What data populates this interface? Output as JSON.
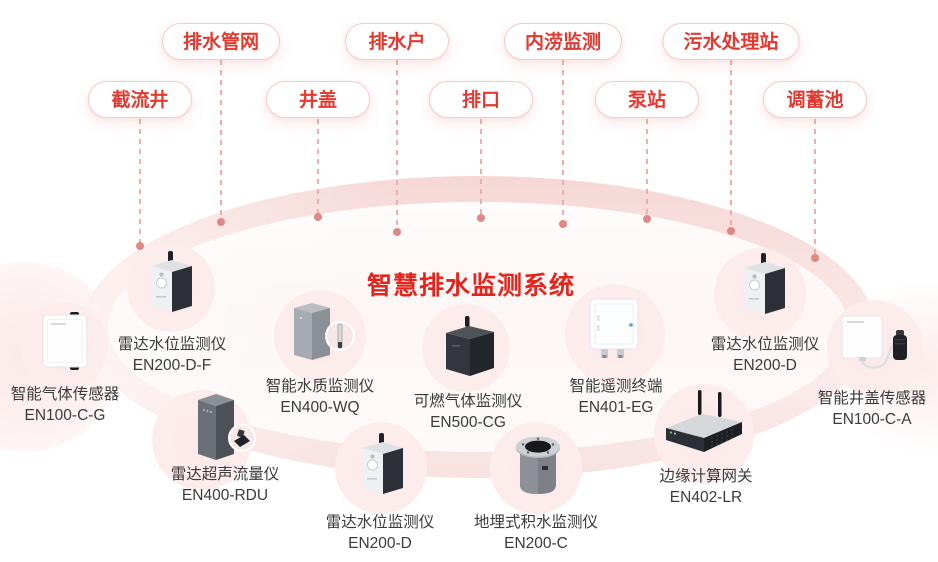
{
  "title": "智慧排水监测系统",
  "categories": {
    "row1": [
      "排水管网",
      "排水户",
      "内涝监测",
      "污水处理站"
    ],
    "row2": [
      "截流井",
      "井盖",
      "排口",
      "泵站",
      "调蓄池"
    ]
  },
  "devices": [
    {
      "name": "智能气体传感器",
      "model": "EN100-C-G",
      "icon": "gas-sensor-icon"
    },
    {
      "name": "雷达水位监测仪",
      "model": "EN200-D-F",
      "icon": "radar-level-sensor-icon"
    },
    {
      "name": "雷达超声流量仪",
      "model": "EN400-RDU",
      "icon": "ultrasonic-flow-meter-icon"
    },
    {
      "name": "智能水质监测仪",
      "model": "EN400-WQ",
      "icon": "water-quality-monitor-icon"
    },
    {
      "name": "雷达水位监测仪",
      "model": "EN200-D",
      "icon": "radar-level-sensor-icon"
    },
    {
      "name": "可燃气体监测仪",
      "model": "EN500-CG",
      "icon": "combustible-gas-monitor-icon"
    },
    {
      "name": "地埋式积水监测仪",
      "model": "EN200-C",
      "icon": "buried-water-sensor-icon"
    },
    {
      "name": "智能遥测终端",
      "model": "EN401-EG",
      "icon": "telemetry-terminal-icon"
    },
    {
      "name": "边缘计算网关",
      "model": "EN402-LR",
      "icon": "edge-gateway-icon"
    },
    {
      "name": "雷达水位监测仪",
      "model": "EN200-D",
      "icon": "radar-level-sensor-icon"
    },
    {
      "name": "智能井盖传感器",
      "model": "EN100-C-A",
      "icon": "manhole-cover-sensor-icon"
    }
  ],
  "colors": {
    "accent_red": "#e3261d",
    "pill_text_red": "#e23a30",
    "pill_border": "#f5cbc8",
    "dashed_line": "#edafab",
    "label_text": "#3b3b3b"
  }
}
